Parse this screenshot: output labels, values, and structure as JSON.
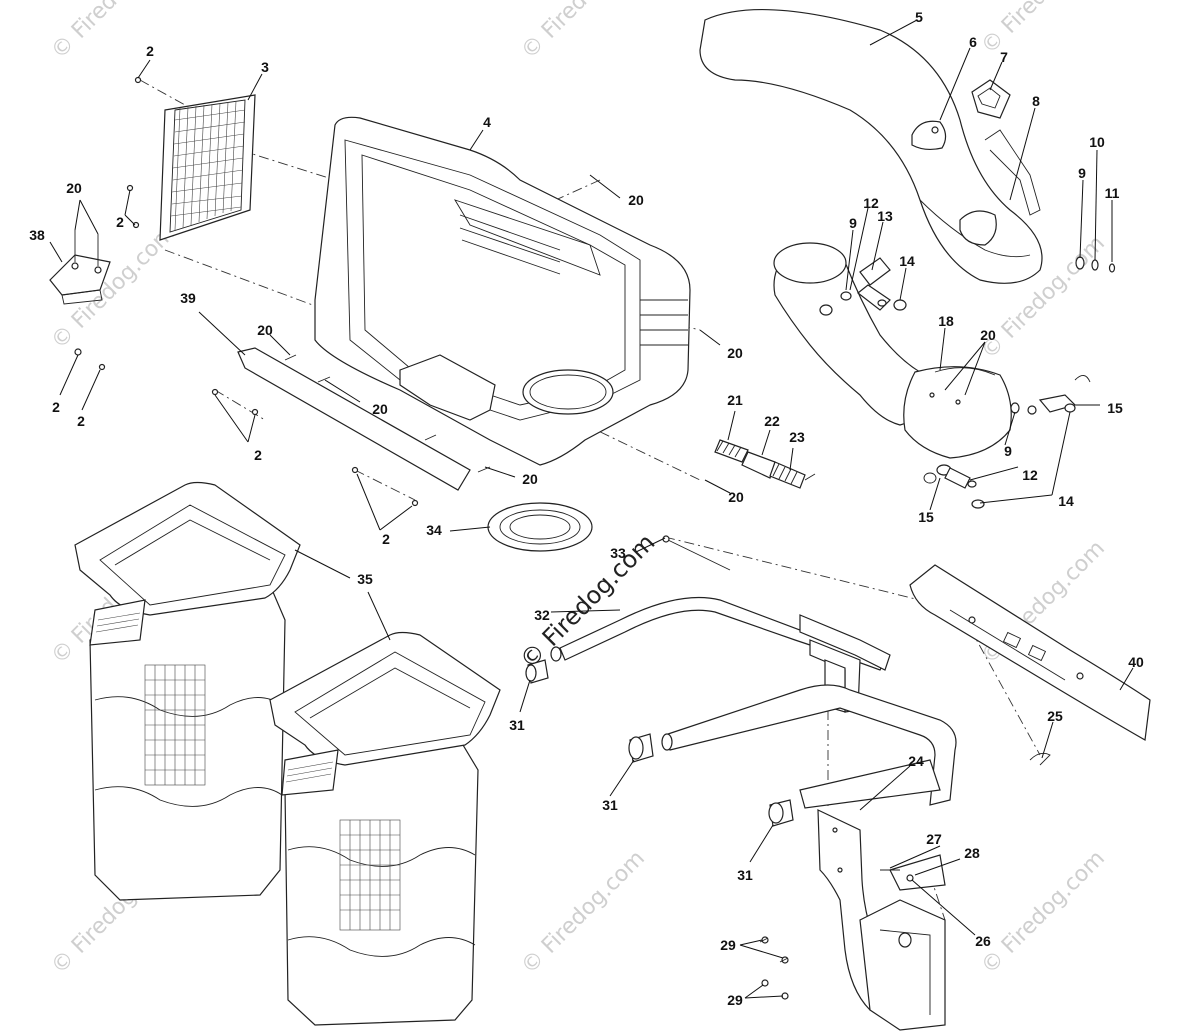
{
  "watermark": {
    "text": "© Firedog.com",
    "color": "#cfcfcf"
  },
  "center_watermark": {
    "text": "© Firedog.com",
    "color": "#222222"
  },
  "callouts": [
    "2",
    "3",
    "4",
    "5",
    "6",
    "7",
    "8",
    "9",
    "10",
    "11",
    "12",
    "13",
    "14",
    "15",
    "18",
    "20",
    "21",
    "22",
    "23",
    "24",
    "25",
    "26",
    "27",
    "28",
    "29",
    "31",
    "32",
    "33",
    "34",
    "35",
    "38",
    "39",
    "40"
  ]
}
